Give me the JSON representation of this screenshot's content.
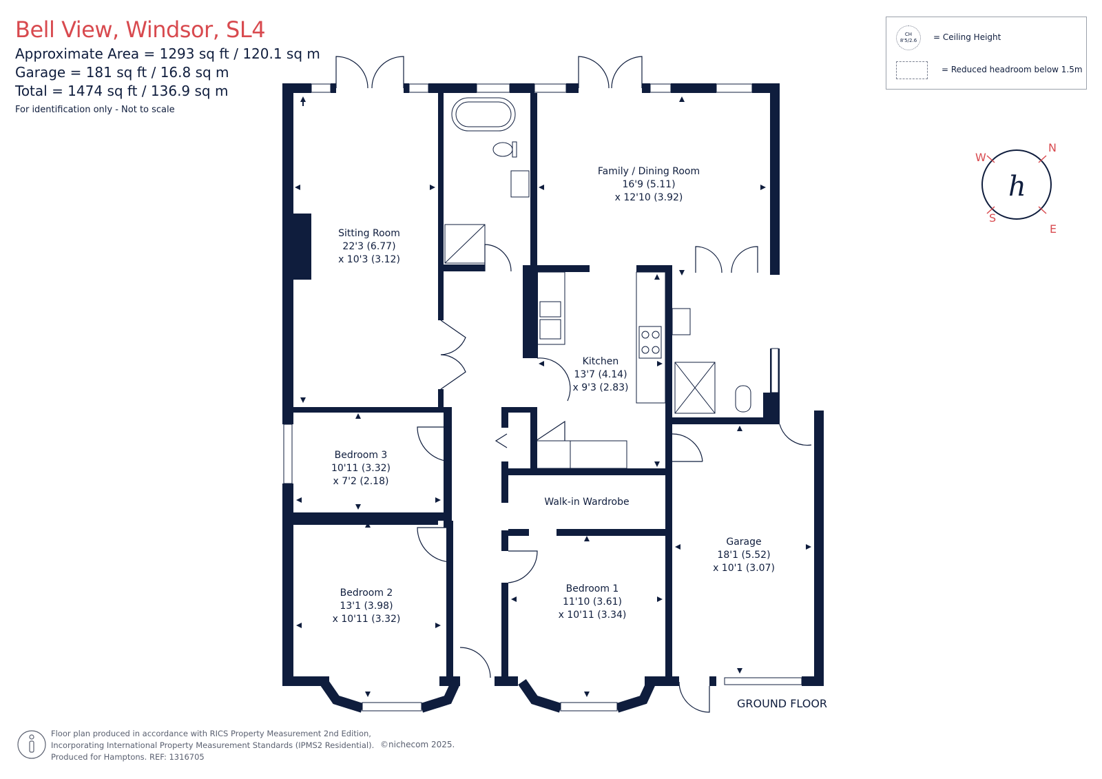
{
  "header": {
    "title": "Bell View, Windsor, SL4",
    "approx_area": "Approximate Area = 1293  sq ft / 120.1  sq m",
    "garage_area": "Garage = 181 sq ft / 16.8 sq m",
    "total_area": "Total = 1474 sq ft / 136.9 sq m",
    "note": "For identification only - Not to scale"
  },
  "legend": {
    "ceiling_symbol": "CH 8'5/2.6",
    "ceiling_label": "= Ceiling Height",
    "reduced_label": "= Reduced headroom below 1.5m"
  },
  "compass": {
    "n": "N",
    "e": "E",
    "s": "S",
    "w": "W",
    "logo": "h"
  },
  "rooms": [
    {
      "name": "Sitting Room",
      "dim1": "22'3 (6.77)",
      "dim2": "x 10'3 (3.12)"
    },
    {
      "name": "Family / Dining Room",
      "dim1": "16'9 (5.11)",
      "dim2": "x 12'10 (3.92)"
    },
    {
      "name": "Kitchen",
      "dim1": "13'7 (4.14)",
      "dim2": "x 9'3 (2.83)"
    },
    {
      "name": "Bedroom 3",
      "dim1": "10'11 (3.32)",
      "dim2": "x 7'2 (2.18)"
    },
    {
      "name": "Walk-in Wardrobe",
      "dim1": "",
      "dim2": ""
    },
    {
      "name": "Garage",
      "dim1": "18'1 (5.52)",
      "dim2": "x 10'1 (3.07)"
    },
    {
      "name": "Bedroom 2",
      "dim1": "13'1 (3.98)",
      "dim2": "x 10'11 (3.32)"
    },
    {
      "name": "Bedroom 1",
      "dim1": "11'10 (3.61)",
      "dim2": "x 10'11 (3.34)"
    }
  ],
  "floor_label": "GROUND FLOOR",
  "footer": {
    "line1": "Floor plan produced in accordance with RICS Property Measurement 2nd Edition,",
    "line2": "Incorporating International Property Measurement Standards (IPMS2 Residential).",
    "line3": "Produced for Hamptons.   REF:  1316705",
    "copyright": "©nichecom 2025."
  },
  "colors": {
    "wall": "#0f1d3d",
    "title": "#d84a4f",
    "accent": "#d84a4f"
  }
}
